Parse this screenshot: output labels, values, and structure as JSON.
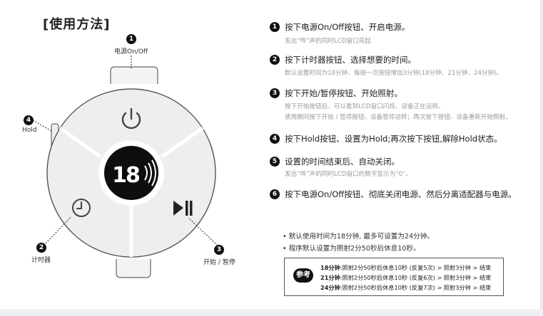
{
  "title": "[使用方法]",
  "callouts": {
    "power": {
      "num": "1",
      "label": "电源On/Off"
    },
    "hold": {
      "num": "4",
      "label": "Hold"
    },
    "timer": {
      "num": "2",
      "label": "计时器"
    },
    "start": {
      "num": "3",
      "label": "开始 / 暂停"
    }
  },
  "display_text": "18",
  "steps": [
    {
      "num": "1",
      "main": "按下电源On/Off按钮、开启电源。",
      "sub": [
        "发出“哔”声的同时LCD窗口亮起"
      ]
    },
    {
      "num": "2",
      "main": "按下计时器按钮、选择想要的时间。",
      "sub": [
        "默认设置时间为18分钟、每按一次按钮增加3分钟(18分钟、21分钟、24分钟)。"
      ]
    },
    {
      "num": "3",
      "main": "按下开始/暂停按钮、开始照射。",
      "sub": [
        "按下开始按钮后、可以看到LCD窗口闪烁、设备正在运转。",
        "使用期间按下开始 / 暂停按钮、设备暂停运转；再次按下按钮、设备重新开始照射。"
      ]
    },
    {
      "num": "4",
      "main": "按下Hold按钮、设置为Hold;再次按下按钮,解除Hold状态。",
      "sub": []
    },
    {
      "num": "5",
      "main": "设置的时间结束后、自动关闭。",
      "sub": [
        "发出“哔”声的同时LCD窗口的数字显示为“0”。"
      ]
    },
    {
      "num": "6",
      "main": "按下电源On/Off按钮、彻底关闭电源、然后分离适配器与电源。",
      "sub": []
    }
  ],
  "notes": [
    "• 默认使用时间为18分钟, 最多可设置为24分钟。",
    "• 程序默认设置为照射2分50秒后休息10秒。"
  ],
  "reference": {
    "badge": "参考",
    "lines": [
      {
        "label": "18分钟",
        "text": ":照射2分50秒后休息10秒 (反复5次) > 照射3分钟 > 结束"
      },
      {
        "label": "21分钟",
        "text": ":照射2分50秒后休息10秒 (反复6次) > 照射3分钟 > 结束"
      },
      {
        "label": "24分钟",
        "text": ":照射2分50秒后休息10秒 (反复7次) > 照射3分钟 > 结束"
      }
    ]
  }
}
